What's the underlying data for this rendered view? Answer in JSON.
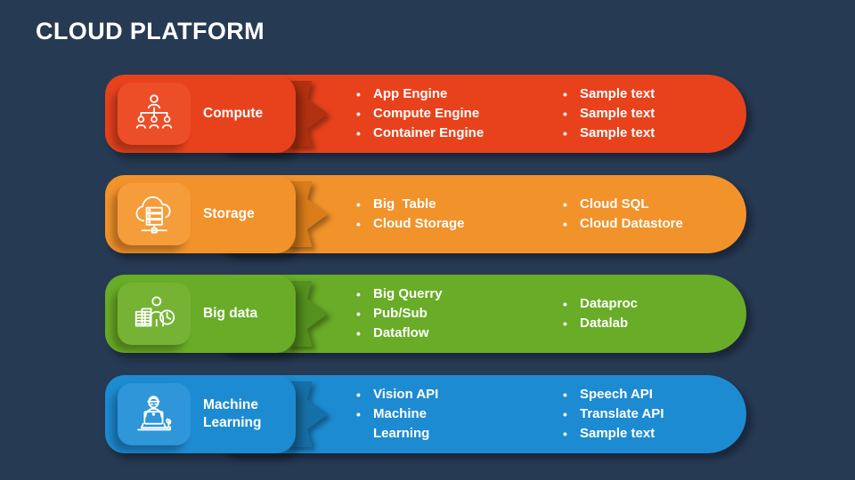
{
  "slide": {
    "title": "CLOUD PLATFORM",
    "background_color": "#273A53",
    "text_color": "#FFFFFF"
  },
  "rows": [
    {
      "label": "Compute",
      "icon": "org-chart-icon",
      "colors": {
        "base": "#E8421C",
        "dark": "#B23110",
        "icon_bg": "#EC4E28"
      },
      "col1": [
        "App Engine",
        "Compute Engine",
        "Container Engine"
      ],
      "col2": [
        "Sample text",
        "Sample text",
        "Sample text"
      ]
    },
    {
      "label": "Storage",
      "icon": "cloud-server-icon",
      "colors": {
        "base": "#F2922B",
        "dark": "#D97C1A",
        "icon_bg": "#F59D3A"
      },
      "col1": [
        "Big  Table",
        "Cloud Storage"
      ],
      "col2": [
        "Cloud SQL",
        "Cloud Datastore"
      ]
    },
    {
      "label": "Big data",
      "icon": "analytics-person-icon",
      "colors": {
        "base": "#69AC27",
        "dark": "#55911E",
        "icon_bg": "#76B335"
      },
      "col1": [
        "Big Querry",
        "Pub/Sub",
        "Dataflow"
      ],
      "col2": [
        "Dataproc",
        "Datalab"
      ]
    },
    {
      "label": "Machine Learning",
      "icon": "developer-laptop-icon",
      "colors": {
        "base": "#1D8BD1",
        "dark": "#1670A8",
        "icon_bg": "#2E96D9"
      },
      "col1": [
        "Vision API",
        "Machine Learning"
      ],
      "col2": [
        "Speech API",
        "Translate API",
        "Sample text"
      ]
    }
  ]
}
